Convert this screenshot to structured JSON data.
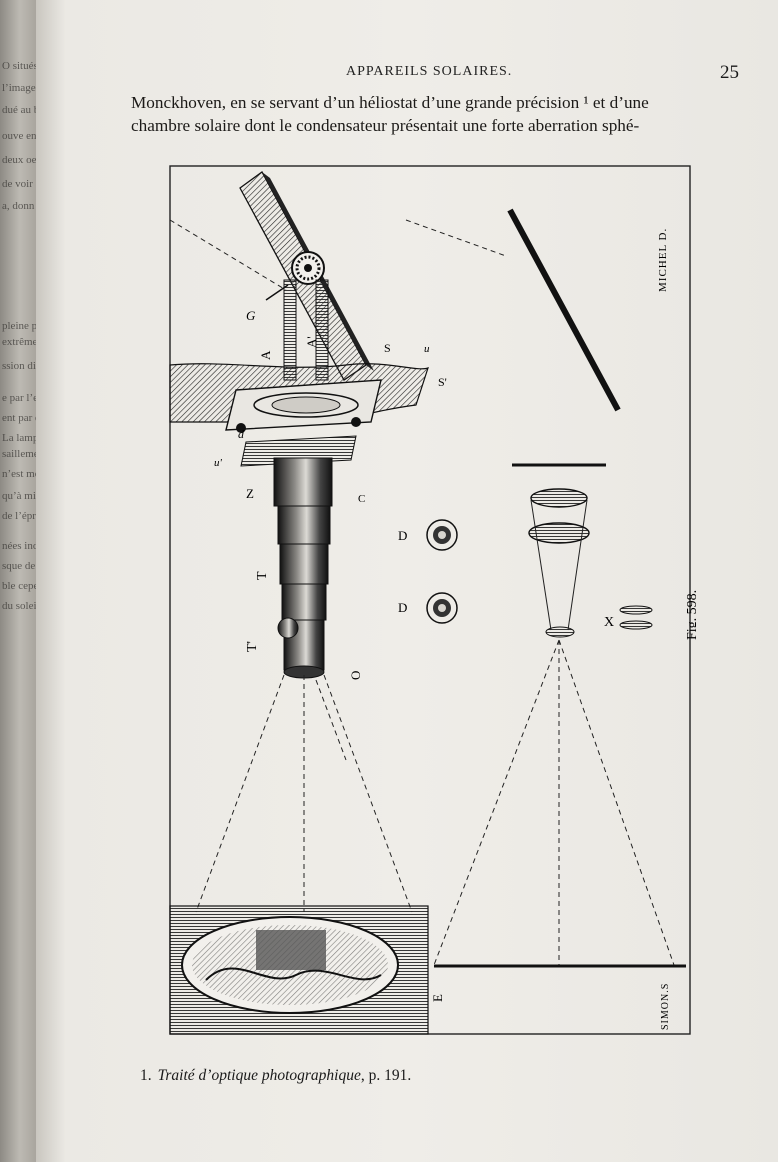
{
  "page": {
    "running_head": "APPAREILS SOLAIRES.",
    "page_number": "25",
    "body_lines": [
      "Monckhoven, en se servant d’un héliostat d’une grande précision ¹ et d’une",
      "chambre solaire dont le condensateur présentait une forte aberration sphé-"
    ],
    "footnote": {
      "number": "1.",
      "title": "Traité d’optique photographique",
      "rest": ", p. 191."
    }
  },
  "left_page_fragments": [
    "O situés",
    "l’image s",
    "dué au bis",
    "ouve en L",
    "deux oeuv",
    "de voir ",
    "a, donn",
    "pleine pour",
    "extrêmement",
    "ssion dimin",
    "e par l’emploi",
    "ent par dér",
    "La lampe",
    "saillement",
    "n’est moins",
    "qu’à midi",
    "de l’épreuve",
    "nées indique",
    "sque de rendre",
    "ble cependant",
    "du soleil"
  ],
  "figure": {
    "caption": "Fig. 598.",
    "signature_engraver": "MICHEL D.",
    "signature_artist": "SIMON.S",
    "labels": {
      "G": "G",
      "A_left": "A",
      "A_right": "A'",
      "S": "S",
      "u": "u",
      "S_prime": "S'",
      "d": "d",
      "u_small": "u'",
      "Z": "Z",
      "C": "C",
      "D_upper": "D",
      "D_lower": "D",
      "T": "T",
      "T_prime": "T'",
      "O": "O",
      "X": "X",
      "E": "E"
    }
  }
}
